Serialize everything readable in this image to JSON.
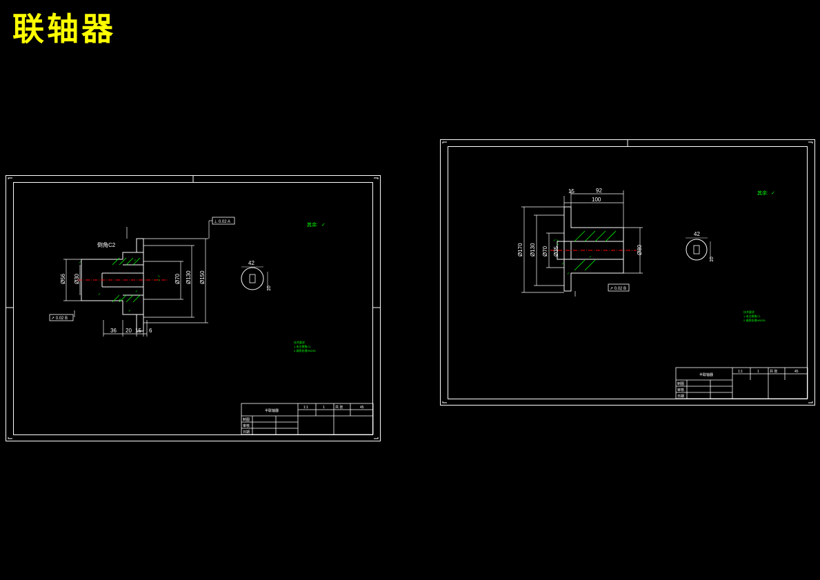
{
  "title": "联轴器",
  "colors": {
    "background": "#000000",
    "title": "#ffff00",
    "line": "#ffffff",
    "dim": "#00ff00",
    "center": "#ff0000"
  },
  "sheet1": {
    "chamfer": "倒角C2",
    "dims": {
      "d_bore": "Ø30",
      "d_hub": "Ø56",
      "d_inner": "Ø70",
      "d_flange": "Ø130",
      "d_outer": "Ø150",
      "width": "42",
      "keyway": "10",
      "tol": "0.02"
    },
    "bottom_dims": [
      "36",
      "20",
      "15",
      "6"
    ],
    "datum_frame": "⊥ 0.02 A",
    "runout_frame": "↗ 0.02 B",
    "roughness": "其余:",
    "notes": [
      "技术要求",
      "1.未注倒角C1",
      "2.调质处理HB235"
    ],
    "titleblock": {
      "part": "半联轴器",
      "scale": "1:1",
      "qty": "1",
      "sheet": "共 张",
      "material": "45",
      "rows": [
        "制图",
        "审核",
        "日期"
      ],
      "school": "",
      "drawing_no": ""
    }
  },
  "sheet2": {
    "dims": {
      "top1": "15",
      "top2": "92",
      "top3": "100",
      "d_outer": "Ø170",
      "d_flange": "Ø130",
      "d_hub": "Ø70",
      "d_bore": "Ø35",
      "d_right": "Ø80",
      "width": "42",
      "keyway": "10"
    },
    "datum_frame": "↗ 0.02 B",
    "roughness": "其余:",
    "notes": [
      "技术要求",
      "1.未注倒角C1",
      "2.调质处理HB235"
    ],
    "titleblock": {
      "part": "半联轴器",
      "scale": "1:1",
      "qty": "1",
      "sheet": "共 张",
      "material": "45",
      "rows": [
        "制图",
        "审核",
        "日期"
      ]
    }
  }
}
